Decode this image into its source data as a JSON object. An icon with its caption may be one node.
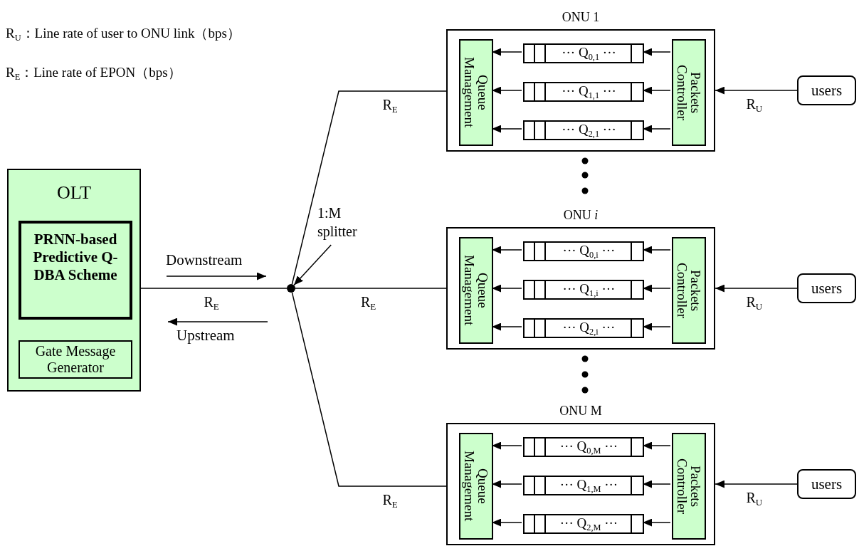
{
  "diagram": {
    "nodes": [
      {
        "text": [
          "OLT"
        ]
      },
      {
        "text": [
          "PRNN-based Predictive Q-DBA Scheme"
        ],
        "in": 0
      },
      {
        "text": [
          "Gate Message Generator"
        ],
        "in": 0
      },
      {
        "text": [
          "1:M splitter"
        ]
      },
      {
        "text": [],
        "shape": "circle"
      },
      {
        "text": [
          "ONU 1"
        ]
      },
      {
        "text": [
          "Queue Management"
        ],
        "in": 5
      },
      {
        "text": [
          "··· Q$_{0,1}$ ···"
        ],
        "in": 5
      },
      {
        "text": [
          "··· Q$_{1,1}$ ···"
        ],
        "in": 5
      },
      {
        "text": [
          "··· Q$_{2,1}$ ···"
        ],
        "in": 5
      },
      {
        "text": [
          "Packets Controller"
        ],
        "in": 5
      },
      {
        "text": [
          "users"
        ]
      },
      {
        "text": [
          "ONU *i*"
        ]
      },
      {
        "text": [
          "Queue Management"
        ],
        "in": 12
      },
      {
        "text": [
          "··· Q$_{0,i}$ ···"
        ],
        "in": 12
      },
      {
        "text": [
          "··· Q$_{1,i}$ ···"
        ],
        "in": 12
      },
      {
        "text": [
          "··· Q$_{2,i}$ ···"
        ],
        "in": 12
      },
      {
        "text": [
          "Packets Controller"
        ],
        "in": 12
      },
      {
        "text": [
          "users"
        ]
      },
      {
        "text": [
          "ONU M"
        ]
      },
      {
        "text": [
          "Queue Management"
        ],
        "in": 19
      },
      {
        "text": [
          "··· Q$_{0,M}$ ···"
        ],
        "in": 19
      },
      {
        "text": [
          "··· Q$_{1,M}$ ···"
        ],
        "in": 19
      },
      {
        "text": [
          "··· Q$_{2,M}$ ···"
        ],
        "in": 19
      },
      {
        "text": [
          "Packets Controller"
        ],
        "in": 19
      },
      {
        "text": [
          "users"
        ]
      }
    ],
    "edges": [
      {
        "from": 0,
        "to": 4,
        "arrow": "none",
        "label": "R$_{E}$"
      },
      {
        "from": 3,
        "to": 4,
        "arrow": "to"
      },
      {
        "from": 4,
        "to": 5,
        "arrow": "none",
        "label": "R$_{E}$"
      },
      {
        "from": 4,
        "to": 12,
        "arrow": "none",
        "label": "R$_{E}$"
      },
      {
        "from": 4,
        "to": 19,
        "arrow": "none",
        "label": "R$_{E}$"
      },
      {
        "from": 11,
        "to": 5,
        "arrow": "to",
        "label": "R$_{U}$"
      },
      {
        "from": 10,
        "to": 7,
        "arrow": "to"
      },
      {
        "from": 10,
        "to": 8,
        "arrow": "to"
      },
      {
        "from": 10,
        "to": 9,
        "arrow": "to"
      },
      {
        "from": 7,
        "to": 6,
        "arrow": "to"
      },
      {
        "from": 8,
        "to": 6,
        "arrow": "to"
      },
      {
        "from": 9,
        "to": 6,
        "arrow": "to"
      },
      {
        "from": 18,
        "to": 12,
        "arrow": "to",
        "label": "R$_{U}$"
      },
      {
        "from": 17,
        "to": 14,
        "arrow": "to"
      },
      {
        "from": 17,
        "to": 15,
        "arrow": "to"
      },
      {
        "from": 17,
        "to": 16,
        "arrow": "to"
      },
      {
        "from": 14,
        "to": 13,
        "arrow": "to"
      },
      {
        "from": 15,
        "to": 13,
        "arrow": "to"
      },
      {
        "from": 16,
        "to": 13,
        "arrow": "to"
      },
      {
        "from": 25,
        "to": 19,
        "arrow": "to",
        "label": "R$_{U}$"
      },
      {
        "from": 24,
        "to": 21,
        "arrow": "to"
      },
      {
        "from": 24,
        "to": 22,
        "arrow": "to"
      },
      {
        "from": 24,
        "to": 23,
        "arrow": "to"
      },
      {
        "from": 21,
        "to": 20,
        "arrow": "to"
      },
      {
        "from": 22,
        "to": 20,
        "arrow": "to"
      },
      {
        "from": 23,
        "to": 20,
        "arrow": "to"
      }
    ],
    "labels": [
      "R$_{U}$：Line rate of user to ONU link（bps）",
      "R$_{E}$：Line rate of EPON（bps）",
      "Downstream",
      "Upstream"
    ]
  }
}
